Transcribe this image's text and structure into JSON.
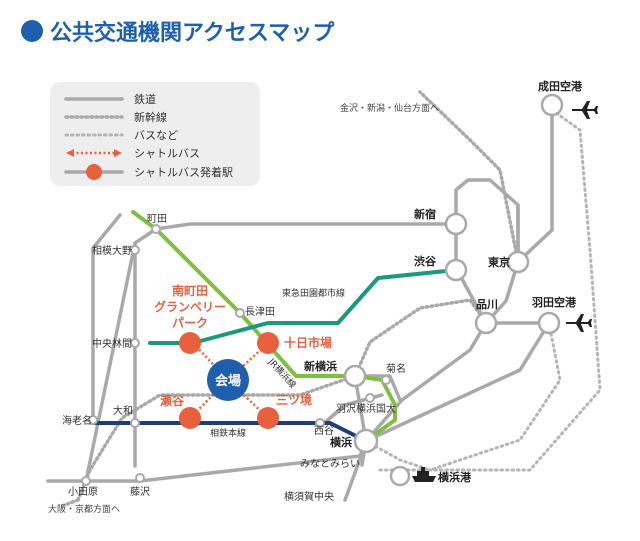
{
  "title": "公共交通機関アクセスマップ",
  "colors": {
    "title_blue": "#1e5fae",
    "rail_gray": "#a9a9a9",
    "den_en_toshi_green": "#1b9a7a",
    "yokohama_line_green": "#7fbf3f",
    "sotetsu_navy": "#1f3d7a",
    "shuttle_orange": "#e8613c",
    "venue_blue": "#1e5fae",
    "legend_bg": "#eeeeee"
  },
  "legend": {
    "rail": "鉄道",
    "shinkansen": "新幹線",
    "bus": "バスなど",
    "shuttle_bus": "シャトルバス",
    "shuttle_stop": "シャトルバス発着駅"
  },
  "venue": "会場",
  "shuttle_stations": {
    "minami_machida": [
      "南町田",
      "グランベリー",
      "パーク"
    ],
    "tokaichiba": "十日市場",
    "seya": "瀬谷",
    "mitsukyo": "三ツ境"
  },
  "stations": {
    "machida": "町田",
    "sagami_ono": "相模大野",
    "chuo_rinkan": "中央林間",
    "ebina": "海老名",
    "yamato": "大和",
    "odawara": "小田原",
    "fujisawa": "藤沢",
    "nagatsuta": "長津田",
    "shin_yokohama": "新横浜",
    "kikuna": "菊名",
    "hazawa": "羽沢横浜国大",
    "nishiya": "西谷",
    "yokohama": "横浜",
    "minatomirai": "みなとみらい",
    "yokosuka_chuo": "横須賀中央",
    "shinjuku": "新宿",
    "shibuya": "渋谷",
    "tokyo": "東京",
    "shinagawa": "品川",
    "narita": "成田空港",
    "haneda": "羽田空港",
    "yokohama_port": "横浜港"
  },
  "lines": {
    "den_en_toshi": "東急田園都市線",
    "jr_yokohama": "JR横浜線",
    "sotetsu": "相鉄本線"
  },
  "directions": {
    "north": "金沢・新潟・仙台方面へ",
    "west": "大阪・京都方面へ"
  },
  "icons": {
    "narita": "airplane-icon",
    "haneda": "airplane-icon",
    "port": "ship-icon"
  }
}
